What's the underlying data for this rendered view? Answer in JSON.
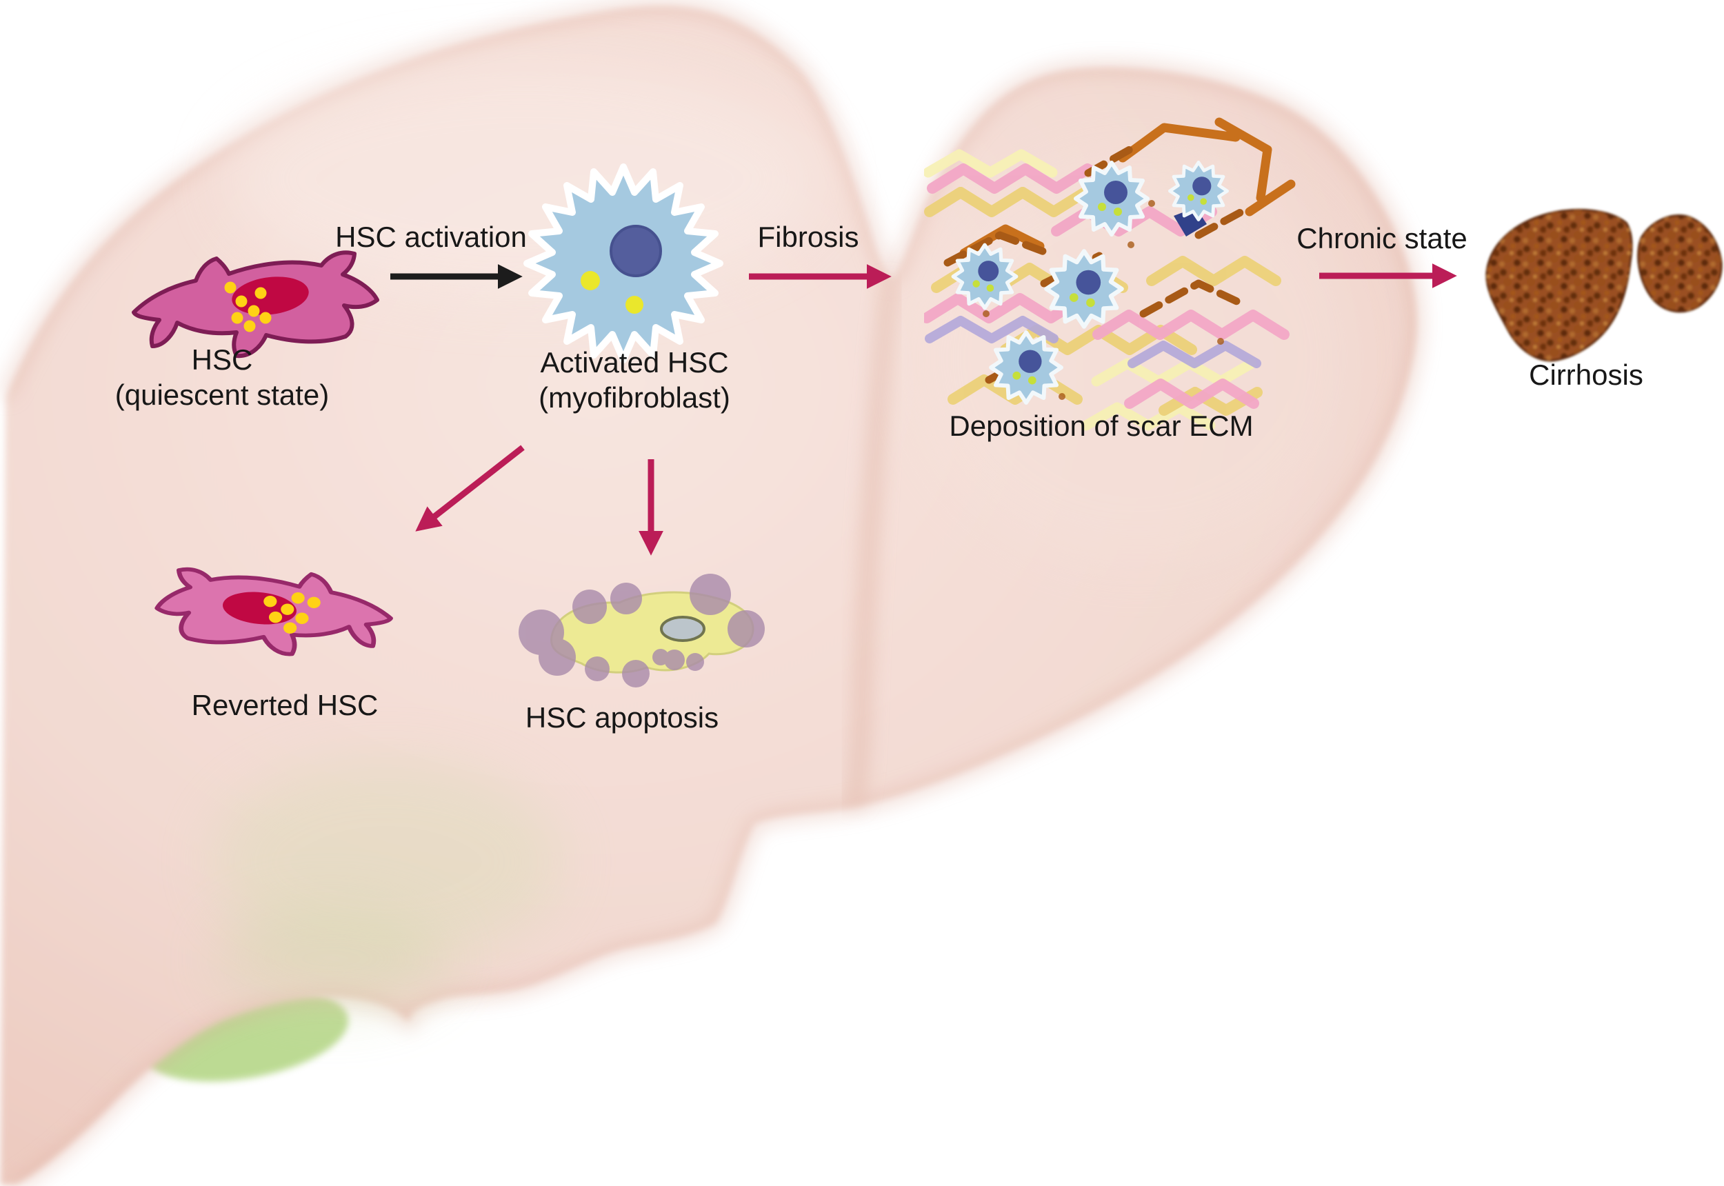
{
  "labels": {
    "quiescent_line1": "HSC",
    "quiescent_line2": "(quiescent state)",
    "activation": "HSC activation",
    "activated_line1": "Activated HSC",
    "activated_line2": "(myofibroblast)",
    "fibrosis": "Fibrosis",
    "scar_ecm": "Deposition of scar ECM",
    "chronic": "Chronic state",
    "cirrhosis": "Cirrhosis",
    "reverted": "Reverted HSC",
    "apoptosis": "HSC apoptosis"
  },
  "colors": {
    "background": "#ffffff",
    "liver_fill": "#f2d9d1",
    "liver_edge": "#e0b0a1",
    "gallbladder_green": "#b9d98e",
    "arrow_black": "#1c1c1c",
    "arrow_crimson": "#bb1d57",
    "quiescent_cell_body": "#d2609f",
    "quiescent_cell_outline": "#7e1d55",
    "reverted_cell_body": "#dc74ae",
    "nucleus_red": "#c00843",
    "lipid_droplet_yellow": "#ffd215",
    "activated_cell_body": "#a5c9e0",
    "activated_cell_nucleus": "#545e9d",
    "ecm_pink": "#f2a7c6",
    "ecm_yellow": "#ecd179",
    "ecm_pale_yellow": "#f7f0b5",
    "ecm_lavender": "#b3a7d9",
    "ecm_orange": "#c8701c",
    "ecm_brown": "#a85a16",
    "apoptosis_body": "#edea94",
    "apoptosis_bleb": "#a98bab",
    "cirrhosis_brown": "#9a4f22",
    "text": "#171717"
  },
  "icons": {
    "healthy_liver": "pale pink liver silhouette background",
    "gallbladder": "green gallbladder at lower liver edge",
    "quiescent_hsc_cell": "pink stellate cell, red nucleus, yellow lipid droplets",
    "activated_hsc_cell": "blue spiky myofibroblast, purple nucleus, yellow droplets",
    "scar_ecm": "cluster of blue spiky cells among pink/yellow/orange zigzag fibers",
    "cirrhotic_liver": "brown nodular shrunken liver",
    "reverted_hsc_cell": "pink stellate cell, red nucleus, yellow droplets",
    "apoptotic_hsc_cell": "yellow blebbing cell body with mauve apoptotic bodies"
  }
}
